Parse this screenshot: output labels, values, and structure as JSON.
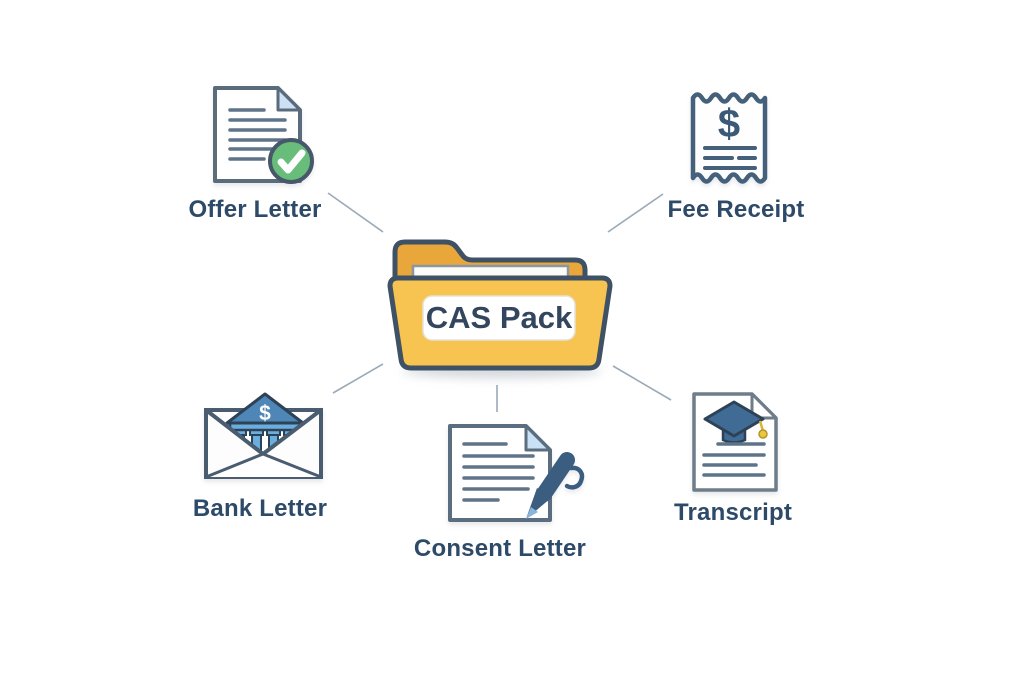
{
  "folder": {
    "label": "CAS Pack"
  },
  "documents": [
    {
      "id": "offer-letter",
      "label": "Offer Letter",
      "icon": "document-check-icon"
    },
    {
      "id": "fee-receipt",
      "label": "Fee Receipt",
      "icon": "receipt-dollar-icon",
      "symbol": "$"
    },
    {
      "id": "bank-letter",
      "label": "Bank Letter",
      "icon": "envelope-bank-icon",
      "symbol": "$"
    },
    {
      "id": "consent-letter",
      "label": "Consent Letter",
      "icon": "document-pen-icon"
    },
    {
      "id": "transcript",
      "label": "Transcript",
      "icon": "document-graduation-icon"
    }
  ],
  "colors": {
    "background": "#ffffff",
    "label_text": "#2d4a68",
    "folder_front": "#f7c351",
    "folder_back": "#e9a63b",
    "folder_outline": "#3f5164",
    "folder_label_bg": "#ffffff",
    "folder_label_text": "#33465e",
    "connector": "#9aaab8",
    "check_green": "#68bd7b",
    "fold_blue": "#cde1f4",
    "doc_outline": "#5a6b7c",
    "doc_line": "#5f7389",
    "bank_roof_blue": "#4e86b8",
    "column_blue": "#6aaede",
    "pen_navy": "#3a5d80",
    "grad_cap_blue": "#3f6b94",
    "tassel_yellow": "#e8c83e"
  }
}
